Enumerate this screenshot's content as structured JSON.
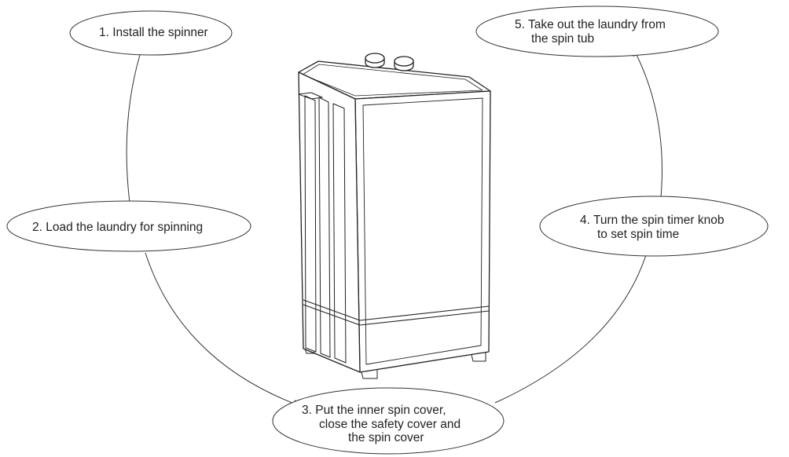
{
  "steps": [
    {
      "number": "1.",
      "lines": [
        "1. Install the spinner"
      ]
    },
    {
      "number": "2.",
      "lines": [
        "2. Load the laundry for spinning"
      ]
    },
    {
      "number": "3.",
      "lines": [
        "3. Put the inner spin cover,",
        "close the safety cover and",
        "the spin cover"
      ]
    },
    {
      "number": "4.",
      "lines": [
        "4. Turn the spin timer knob",
        "to set spin time"
      ]
    },
    {
      "number": "5.",
      "lines": [
        "5. Take out the laundry from",
        "the spin tub"
      ]
    }
  ],
  "colors": {
    "line": "#222222",
    "background": "#ffffff"
  },
  "illustration": "spin-dryer-machine"
}
